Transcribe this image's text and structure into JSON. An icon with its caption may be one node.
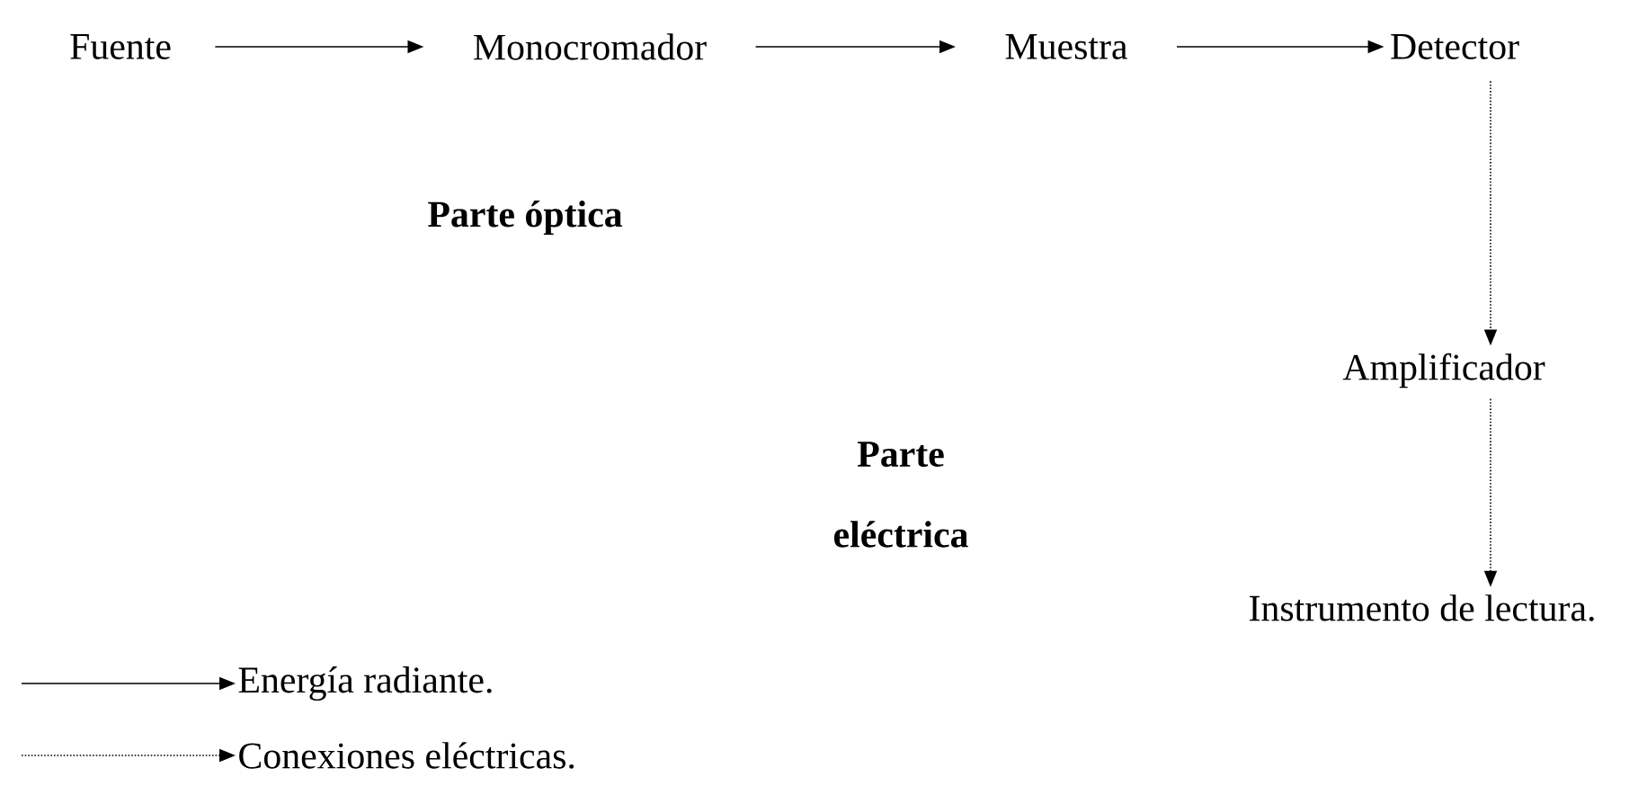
{
  "diagram": {
    "nodes": [
      {
        "text": [
          "Fuente"
        ]
      },
      {
        "text": [
          "Monocromador"
        ]
      },
      {
        "text": [
          "Muestra"
        ]
      },
      {
        "text": [
          "Detector"
        ]
      },
      {
        "text": [
          "Amplificador"
        ]
      },
      {
        "text": [
          "Instrumento de lectura."
        ]
      }
    ],
    "edges": [
      {
        "from": 0,
        "to": 1,
        "arrow": "to"
      },
      {
        "from": 1,
        "to": 2,
        "arrow": "to"
      },
      {
        "from": 2,
        "to": 3,
        "arrow": "to"
      },
      {
        "from": 3,
        "to": 4,
        "arrow": "to",
        "style": "dashed"
      },
      {
        "from": 4,
        "to": 5,
        "arrow": "to",
        "style": "dashed"
      }
    ],
    "labels": [
      "**Parte óptica**",
      "**Parte eléctrica**"
    ],
    "legend": [
      {
        "text": "Energía radiante."
      },
      {
        "text": "Conexiones eléctricas."
      }
    ]
  }
}
